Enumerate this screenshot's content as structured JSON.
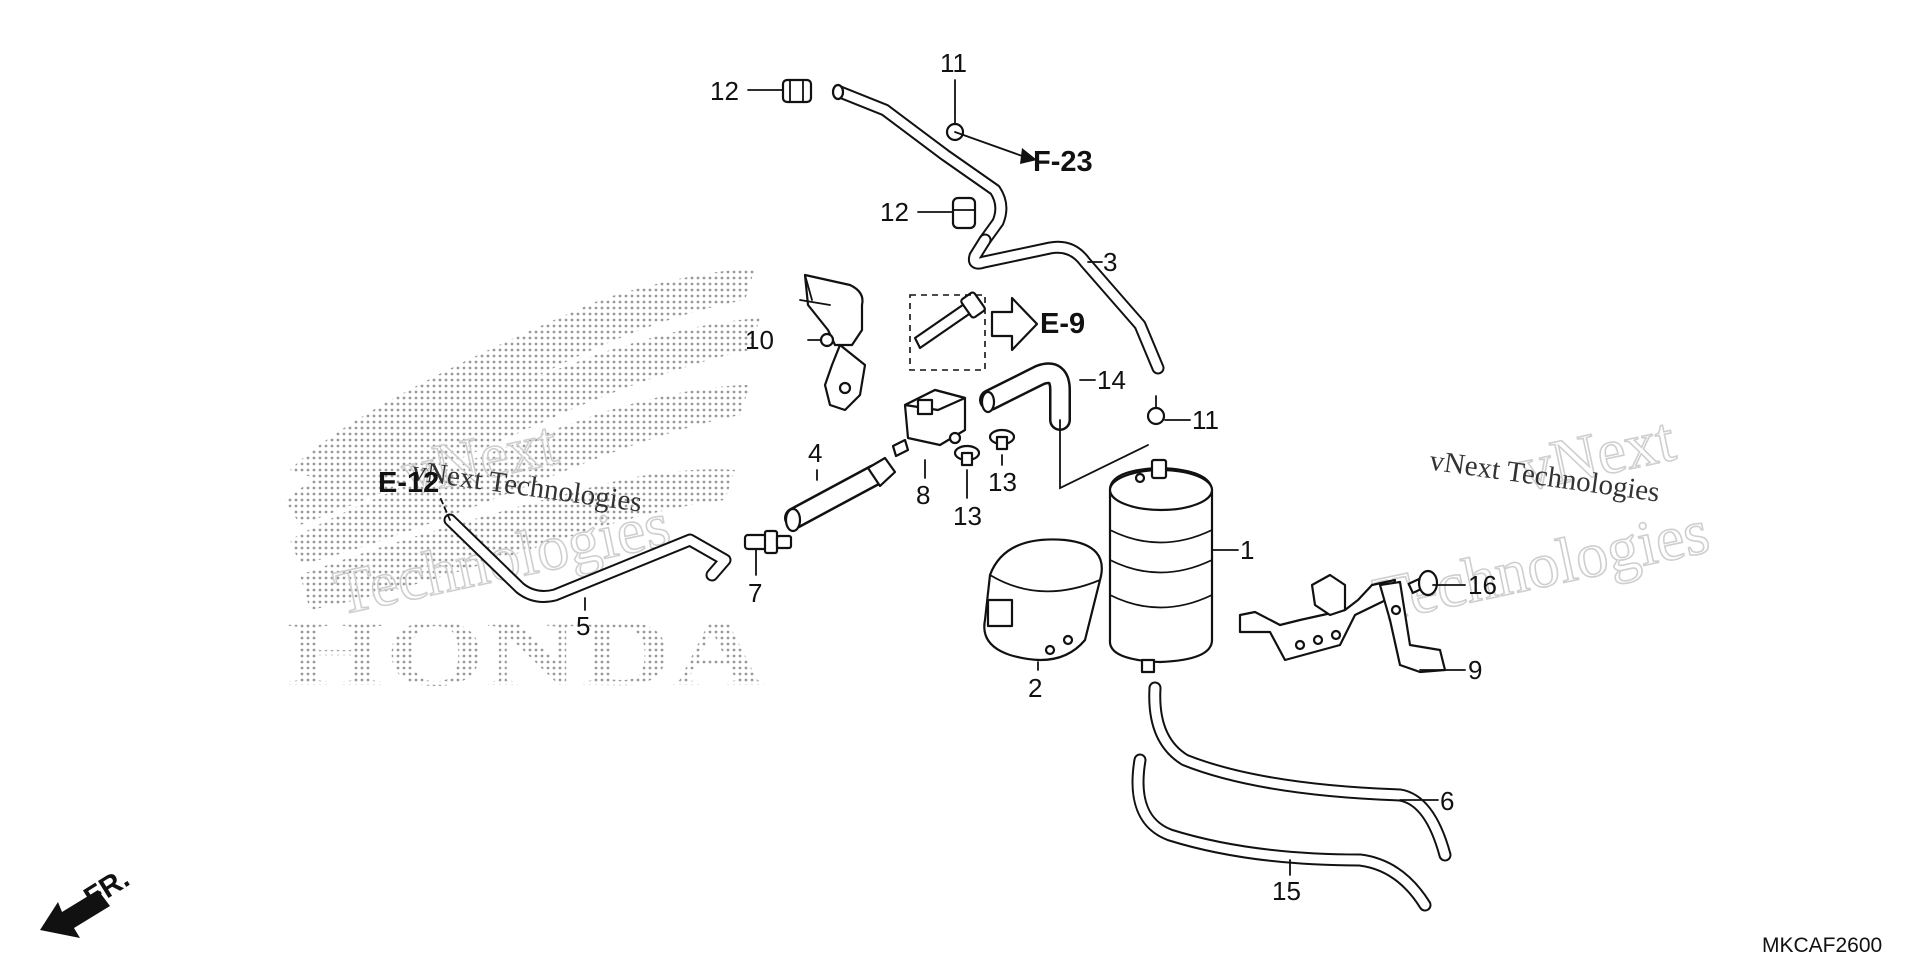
{
  "callouts": {
    "c1": "1",
    "c2": "2",
    "c3": "3",
    "c4": "4",
    "c5": "5",
    "c6": "6",
    "c7": "7",
    "c8": "8",
    "c9": "9",
    "c10": "10",
    "c11a": "11",
    "c11b": "11",
    "c12a": "12",
    "c12b": "12",
    "c13a": "13",
    "c13b": "13",
    "c14": "14",
    "c15": "15",
    "c16": "16"
  },
  "references": {
    "f23": "F-23",
    "e9": "E-9",
    "e12": "E-12"
  },
  "direction": {
    "front": "FR."
  },
  "drawing_code": "MKCAF2600",
  "watermark": {
    "brand_line1": "vNext",
    "brand_line2": "Technologies",
    "brand_small": "vNext Technologies",
    "logo_text": "HONDA"
  },
  "colors": {
    "ink": "#111111",
    "watermark": "#cfcfcf"
  }
}
